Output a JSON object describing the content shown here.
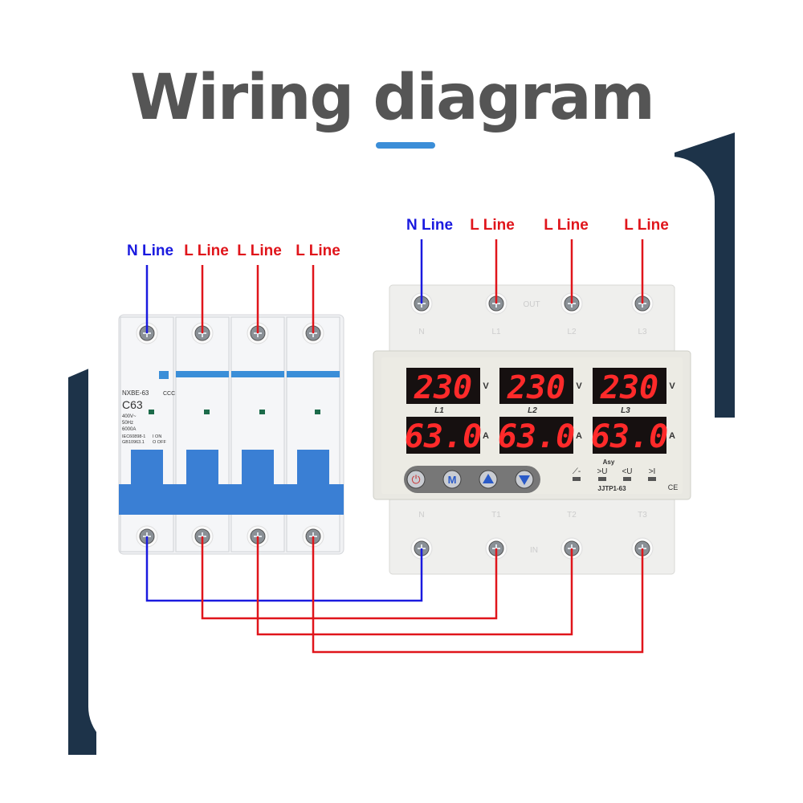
{
  "title": "Wiring diagram",
  "colors": {
    "navy": "#1d3349",
    "accent": "#3b8ed8",
    "n_wire": "#1a1adf",
    "l_wire": "#e0151b",
    "title": "#555555"
  },
  "breaker": {
    "line_labels": [
      "N Line",
      "L Line",
      "L Line",
      "L Line"
    ],
    "model": "NXBE-63",
    "rating": "C63",
    "cert": "CCC",
    "specs": [
      "400V~",
      "50Hz",
      "6000A"
    ],
    "standards": [
      "IEC60898-1",
      "GB10963.1"
    ],
    "on_off": [
      "I ON",
      "O OFF"
    ]
  },
  "protector": {
    "line_labels": [
      "N Line",
      "L Line",
      "L Line",
      "L Line"
    ],
    "top_terminals": [
      "N",
      "L1",
      "L2",
      "L3"
    ],
    "bottom_terminals": [
      "N",
      "T1",
      "T2",
      "T3"
    ],
    "out_label": "OUT",
    "in_label": "IN",
    "voltage": [
      "230",
      "230",
      "230"
    ],
    "voltage_unit": "V",
    "current": [
      "63.0",
      "63.0",
      "63.0"
    ],
    "current_unit": "A",
    "phases": [
      "L1",
      "L2",
      "L3"
    ],
    "buttons": [
      "power",
      "M",
      "up",
      "down"
    ],
    "indicators": [
      "⟋-",
      ">U",
      "<U",
      ">I"
    ],
    "asy_label": "Asy",
    "model": "JJTP1-63",
    "ce": "CE"
  }
}
